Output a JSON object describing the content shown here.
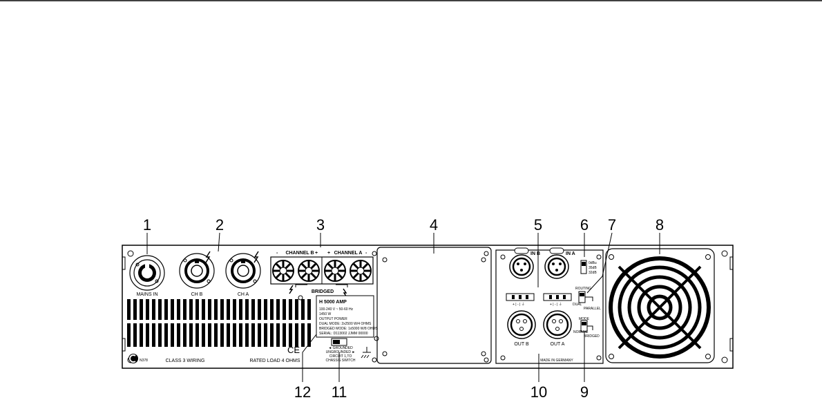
{
  "callouts": [
    "1",
    "2",
    "3",
    "4",
    "5",
    "6",
    "7",
    "8",
    "9",
    "10",
    "11",
    "12"
  ],
  "panel_labels": {
    "mains_in": "MAINS IN",
    "ch_b": "CH B",
    "ch_a": "CH A",
    "channel_b": "CHANNEL B",
    "channel_a": "CHANNEL A",
    "bridged": "BRIDGED",
    "in_b": "IN B",
    "in_a": "IN A",
    "out_b": "OUT B",
    "out_a": "OUT A",
    "sens_0dbu": "0dBu",
    "sens_35db": "35dB",
    "sens_32db": "32dB",
    "routing": "ROUTING",
    "dual": "DUAL",
    "parallel": "PARALLEL",
    "mode": "MODE",
    "normal": "NORMAL",
    "mode_bridged": "BRIDGED",
    "made_in": "MADE IN GERMANY",
    "class3": "CLASS 3 WIRING",
    "rated_load": "RATED LOAD 4 OHMS",
    "model_code": "N378",
    "ce": "CE",
    "grounded": "◄ GROUNDED",
    "ungrounded": "UNGROUNDED ►",
    "circuit": "CIRCUIT 1,TO",
    "chassis_switch": "CHASSIS SWITCH"
  },
  "nameplate": {
    "title": "H 5000 AMP",
    "lines": [
      "100-240 V ~ 50-60 Hz",
      "1450 W",
      "OUTPUT POWER",
      "DUAL MODE: 2x2500 W/4 OHMS",
      "BRIDGED MODE: 1x5000 W/8 OHMS",
      "SERIAL: D113002 JJMM 00000"
    ]
  }
}
